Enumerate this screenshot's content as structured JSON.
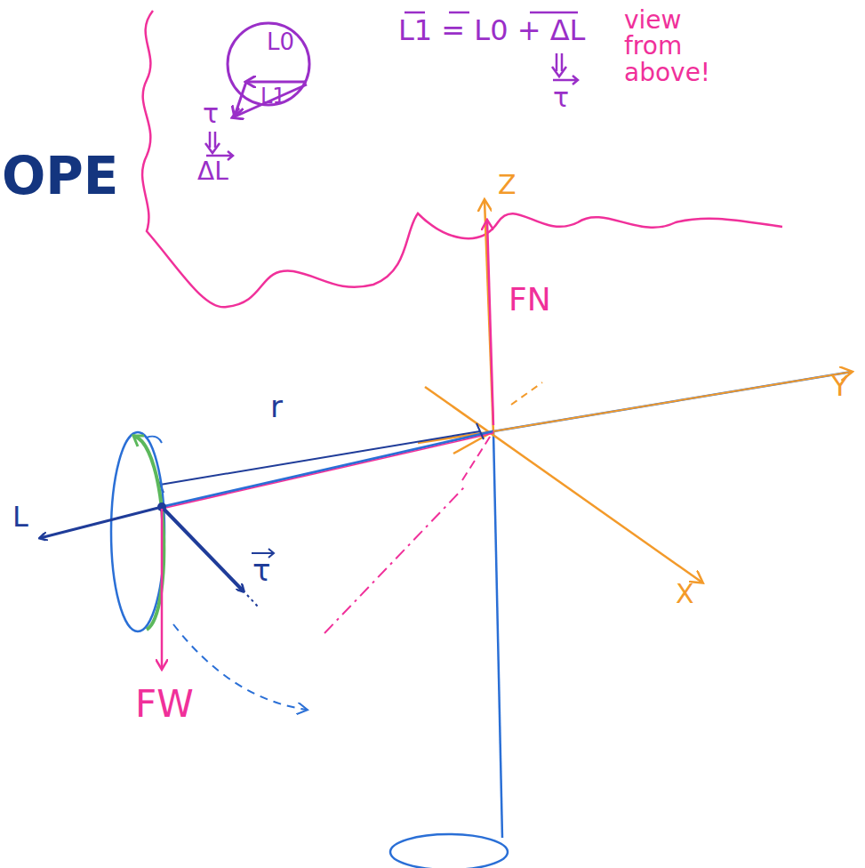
{
  "diagram": {
    "labels": [
      "OPE",
      "L0",
      "L1",
      "τ",
      "ΔL",
      "L1 = L0 + ΔL",
      "τ",
      "view from above!",
      "Z",
      "FN",
      "r",
      "Y",
      "L",
      "τ",
      "X",
      "FW"
    ]
  }
}
